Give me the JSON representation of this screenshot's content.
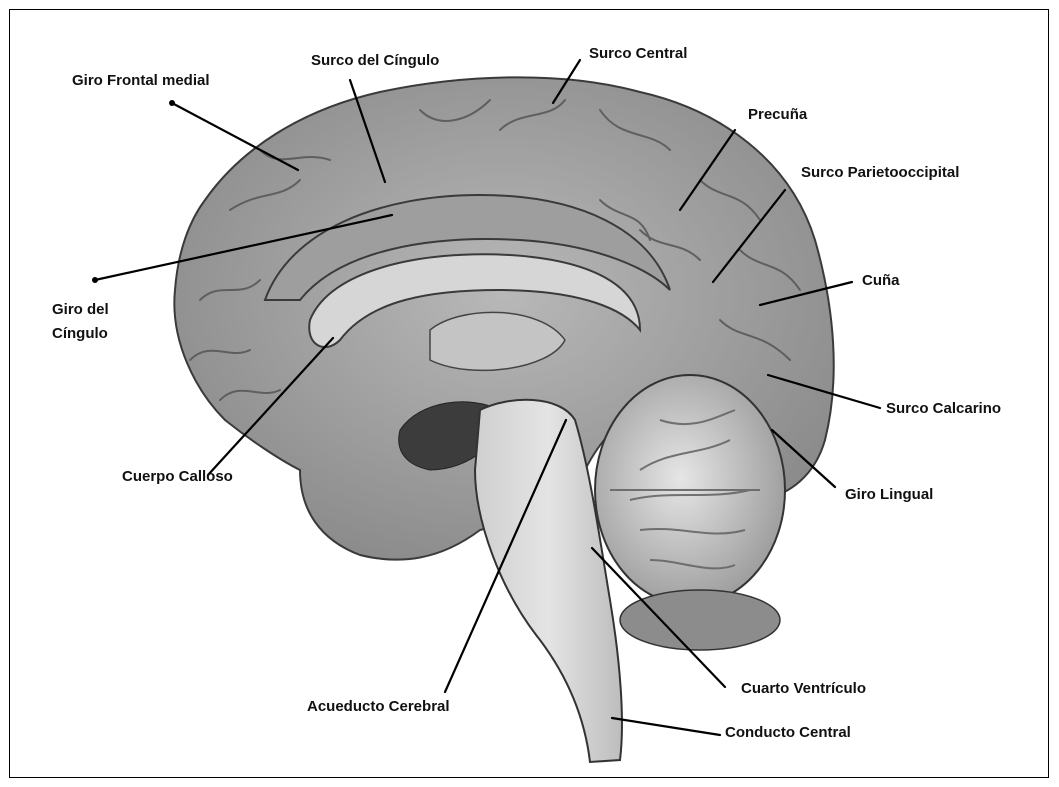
{
  "diagram": {
    "labels": {
      "giro_frontal_medial": "Giro Frontal medial",
      "surco_del_cingulo": "Surco del Cíngulo",
      "surco_central": "Surco Central",
      "precuna": "Precuña",
      "surco_parietooccipital": "Surco Parietooccipital",
      "cuna": "Cuña",
      "giro_del_cingulo_line1": "Giro del",
      "giro_del_cingulo_line2": "Cíngulo",
      "surco_calcarino": "Surco Calcarino",
      "cuerpo_calloso": "Cuerpo Calloso",
      "giro_lingual": "Giro Lingual",
      "cuarto_ventriculo": "Cuarto Ventrículo",
      "acueducto_cerebral": "Acueducto Cerebral",
      "conducto_central": "Conducto Central"
    }
  }
}
